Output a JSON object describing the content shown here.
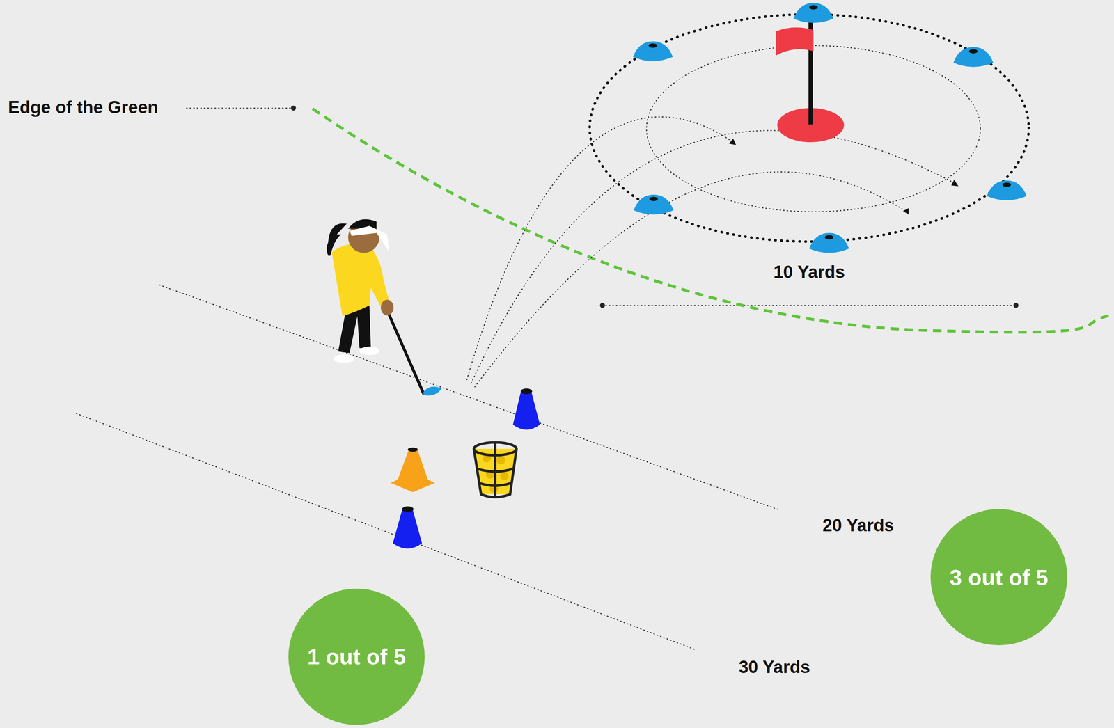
{
  "diagram": {
    "nodes": [
      {
        "text": [
          "3 out of 5"
        ]
      },
      {
        "text": [
          "1 out of 5"
        ]
      }
    ],
    "labels": [
      "Edge of the Green",
      "10 Yards",
      "20 Yards",
      "30 Yards"
    ]
  }
}
